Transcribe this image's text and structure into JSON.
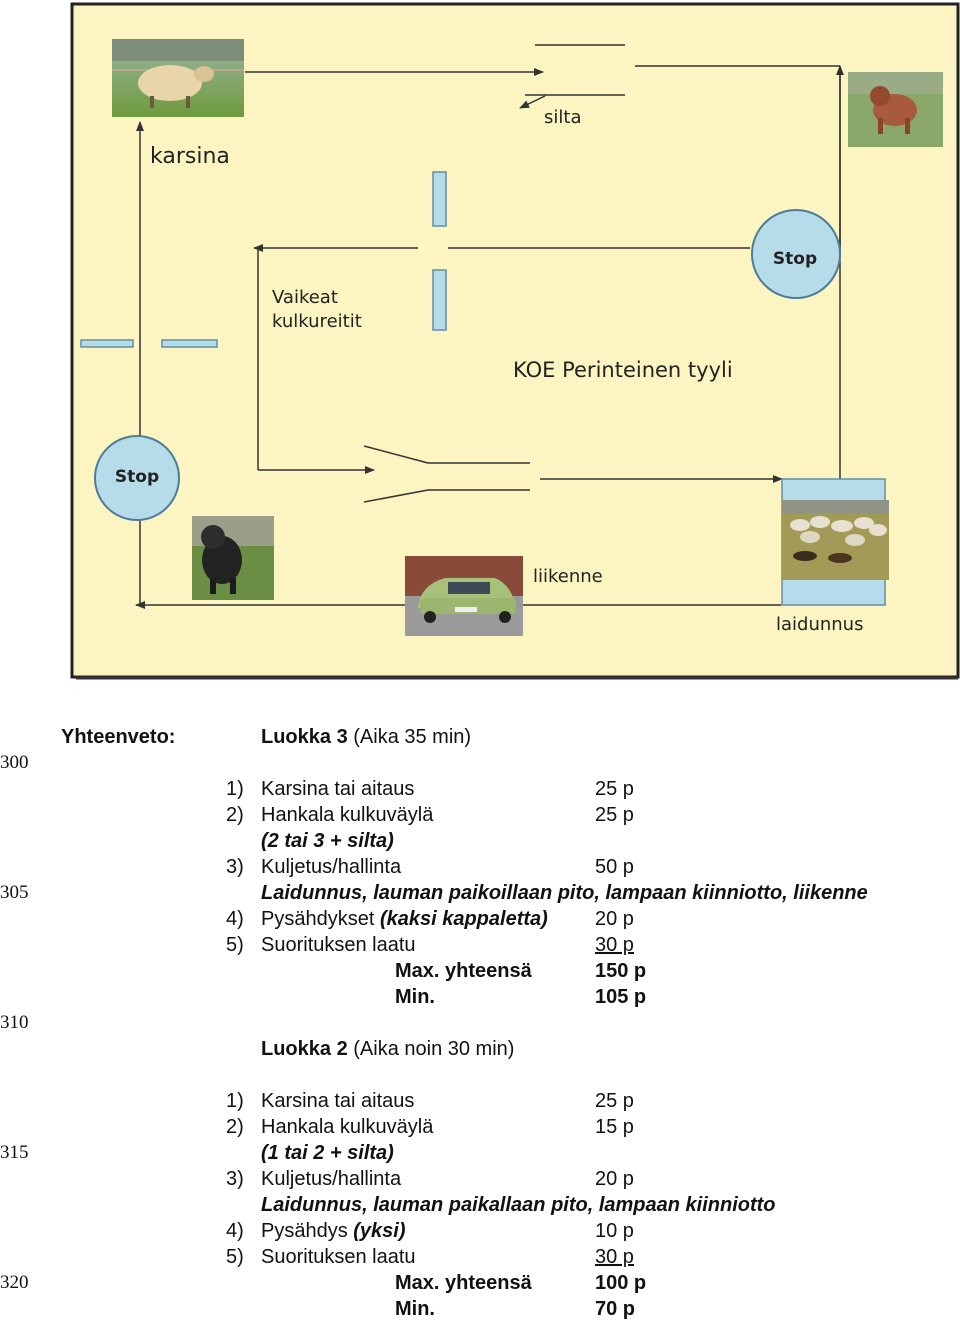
{
  "diagram": {
    "title": "KOE Perinteinen tyyli",
    "labels": {
      "karsina": "karsina",
      "silta": "silta",
      "vaikeat_line1": "Vaikeat",
      "vaikeat_line2": "kulkureitit",
      "liikenne": "liikenne",
      "laidunnus": "laidunnus",
      "stop": "Stop"
    },
    "colors": {
      "background": "#fcf5c2",
      "border": "#222222",
      "element_fill": "#b6dcea",
      "element_stroke": "#5f8ea8",
      "arrow": "#333333"
    }
  },
  "summary": {
    "label": "Yhteenveto:",
    "line_numbers": [
      "300",
      "305",
      "310",
      "315",
      "320"
    ],
    "class3": {
      "title_bold": "Luokka 3",
      "title_rest": " (Aika 35 min)",
      "items": [
        {
          "num": "1)",
          "label": "Karsina tai aitaus",
          "points": "25 p"
        },
        {
          "num": "2)",
          "label": "Hankala kulkuväylä",
          "points": "25 p"
        },
        {
          "note": "(2 tai 3 + silta)"
        },
        {
          "num": "3)",
          "label": "Kuljetus/hallinta",
          "points": "50 p"
        },
        {
          "note": "Laidunnus, lauman paikoillaan pito, lampaan kiinniotto, liikenne"
        },
        {
          "num": "4)",
          "label": "Pysähdykset ",
          "label_extra": "(kaksi kappaletta)",
          "points": "20 p"
        },
        {
          "num": "5)",
          "label": "Suorituksen laatu",
          "points": "30 p"
        }
      ],
      "max_label": "Max. yhteensä",
      "max_points": "150 p",
      "min_label": "Min.",
      "min_points": "105 p"
    },
    "class2": {
      "title_bold": "Luokka 2",
      "title_rest": " (Aika noin 30 min)",
      "items": [
        {
          "num": "1)",
          "label": "Karsina tai aitaus",
          "points": "25 p"
        },
        {
          "num": "2)",
          "label": "Hankala kulkuväylä",
          "points": "15 p"
        },
        {
          "note": "(1 tai 2 + silta)"
        },
        {
          "num": "3)",
          "label": "Kuljetus/hallinta",
          "points": "20 p"
        },
        {
          "note": "Laidunnus, lauman paikallaan pito, lampaan kiinniotto"
        },
        {
          "num": "4)",
          "label": "Pysähdys ",
          "label_extra": "(yksi)",
          "points": "10 p"
        },
        {
          "num": "5)",
          "label": "Suorituksen laatu",
          "points": "30 p"
        }
      ],
      "max_label": "Max. yhteensä",
      "max_points": "100 p",
      "min_label": "Min.",
      "min_points": "70 p"
    }
  }
}
